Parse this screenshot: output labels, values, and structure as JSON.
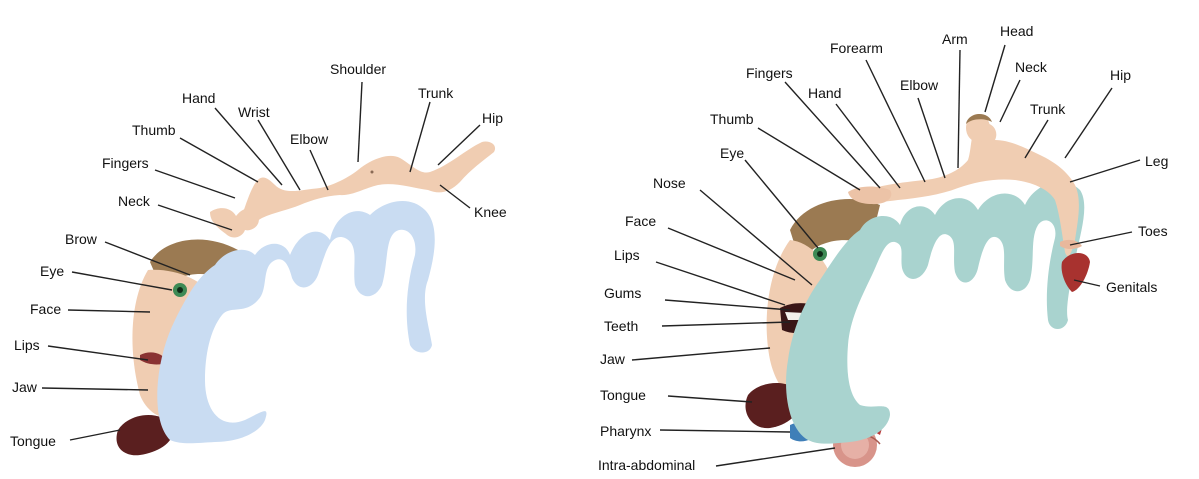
{
  "motor_homunculus": {
    "labels": [
      {
        "id": "shoulder",
        "text": "Shoulder"
      },
      {
        "id": "trunk",
        "text": "Trunk"
      },
      {
        "id": "hip",
        "text": "Hip"
      },
      {
        "id": "hand",
        "text": "Hand"
      },
      {
        "id": "wrist",
        "text": "Wrist"
      },
      {
        "id": "elbow",
        "text": "Elbow"
      },
      {
        "id": "thumb",
        "text": "Thumb"
      },
      {
        "id": "fingers",
        "text": "Fingers"
      },
      {
        "id": "neck",
        "text": "Neck"
      },
      {
        "id": "knee",
        "text": "Knee"
      },
      {
        "id": "brow",
        "text": "Brow"
      },
      {
        "id": "eye",
        "text": "Eye"
      },
      {
        "id": "face",
        "text": "Face"
      },
      {
        "id": "lips",
        "text": "Lips"
      },
      {
        "id": "jaw",
        "text": "Jaw"
      },
      {
        "id": "tongue",
        "text": "Tongue"
      }
    ]
  },
  "sensory_homunculus": {
    "labels": [
      {
        "id": "head",
        "text": "Head"
      },
      {
        "id": "arm",
        "text": "Arm"
      },
      {
        "id": "forearm",
        "text": "Forearm"
      },
      {
        "id": "neck",
        "text": "Neck"
      },
      {
        "id": "hip",
        "text": "Hip"
      },
      {
        "id": "fingers",
        "text": "Fingers"
      },
      {
        "id": "elbow",
        "text": "Elbow"
      },
      {
        "id": "hand",
        "text": "Hand"
      },
      {
        "id": "trunk",
        "text": "Trunk"
      },
      {
        "id": "thumb",
        "text": "Thumb"
      },
      {
        "id": "leg",
        "text": "Leg"
      },
      {
        "id": "eye",
        "text": "Eye"
      },
      {
        "id": "nose",
        "text": "Nose"
      },
      {
        "id": "face",
        "text": "Face"
      },
      {
        "id": "toes",
        "text": "Toes"
      },
      {
        "id": "lips",
        "text": "Lips"
      },
      {
        "id": "genitals",
        "text": "Genitals"
      },
      {
        "id": "gums",
        "text": "Gums"
      },
      {
        "id": "teeth",
        "text": "Teeth"
      },
      {
        "id": "jaw",
        "text": "Jaw"
      },
      {
        "id": "tongue",
        "text": "Tongue"
      },
      {
        "id": "pharynx",
        "text": "Pharynx"
      },
      {
        "id": "intra_abdominal",
        "text": "Intra-abdominal"
      }
    ]
  },
  "colors": {
    "background": "#ffffff",
    "motor_cortex": "#c9dcf2",
    "sensory_cortex": "#a9d3cf",
    "skin": "#f0cdb2",
    "hair": "#9b7a52",
    "eye": "#3d8a55",
    "tongue": "#5a1f1f",
    "leader_line": "#222222"
  }
}
